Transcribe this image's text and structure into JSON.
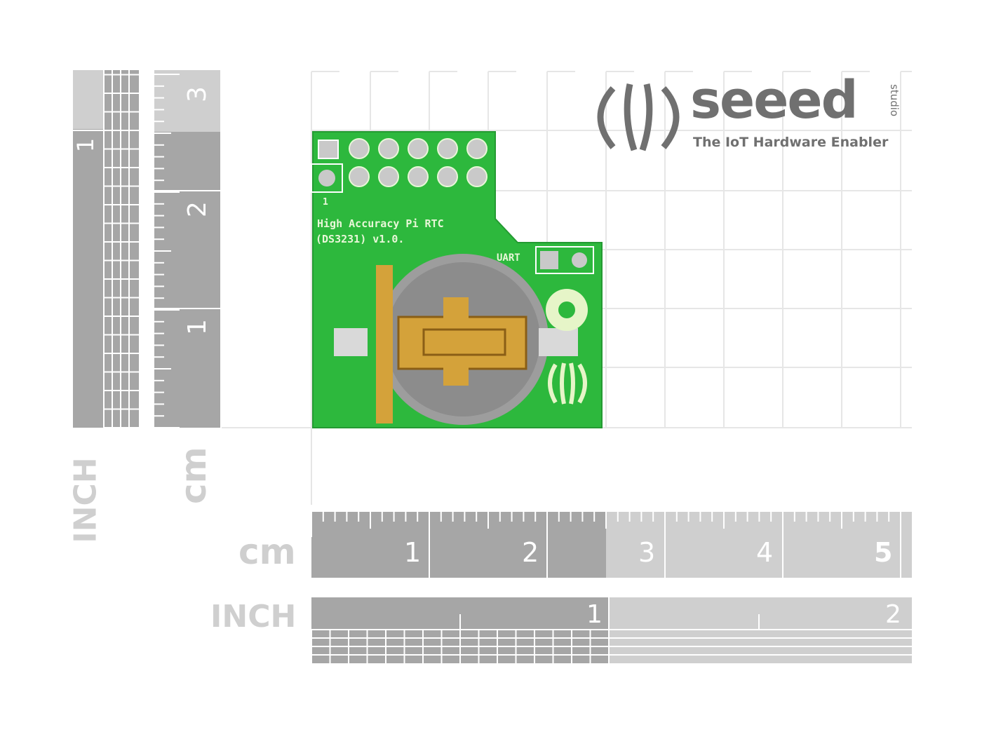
{
  "rulers": {
    "horizontal_cm": {
      "unit_label": "cm",
      "numbers": [
        "1",
        "2",
        "3",
        "4",
        "5"
      ]
    },
    "horizontal_inch": {
      "unit_label": "INCH",
      "numbers": [
        "1",
        "2"
      ]
    },
    "vertical_cm": {
      "unit_label": "cm",
      "numbers": [
        "1",
        "2",
        "3"
      ]
    },
    "vertical_inch": {
      "unit_label": "INCH",
      "numbers": [
        "1"
      ]
    }
  },
  "logo": {
    "brand": "seeed",
    "sub": "studio",
    "tagline": "The IoT Hardware Enabler"
  },
  "pcb": {
    "silk_title": "High Accuracy Pi RTC",
    "silk_version": "(DS3231) v1.0.",
    "uart_label": "UART",
    "pin1_label": "1"
  },
  "colors": {
    "pcb_green": "#2db83d",
    "ruler_dark": "#a6a6a6",
    "ruler_light": "#cfcfcf",
    "gold": "#d4a23a",
    "logo_gray": "#707070"
  }
}
